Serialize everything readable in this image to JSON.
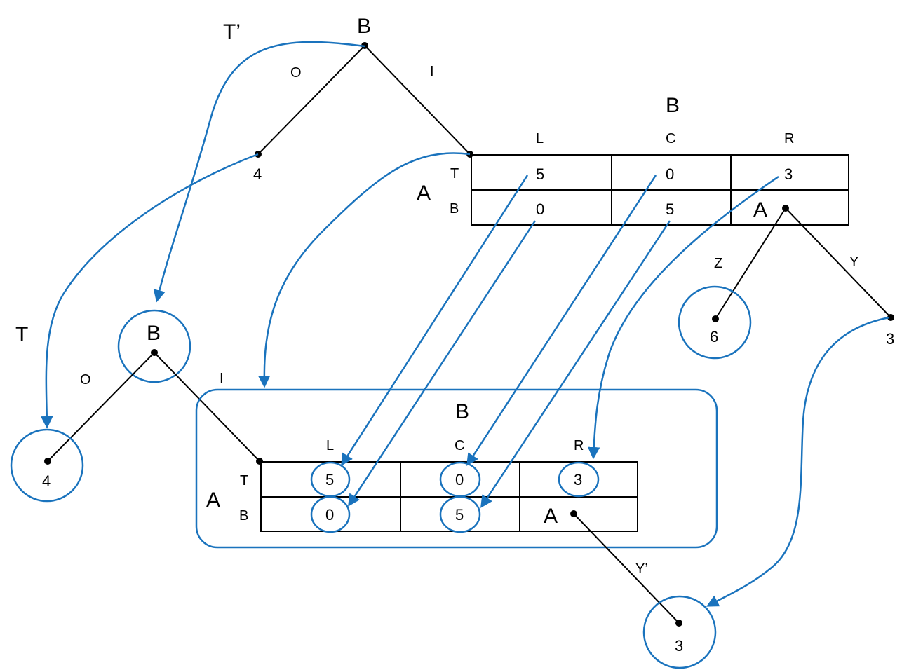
{
  "colors": {
    "accent": "#1a73bd",
    "ink": "#000000"
  },
  "top_tree": {
    "label": "T’",
    "root_player": "B",
    "edge_left": "O",
    "edge_right": "I",
    "left_payoff": "4",
    "subgame": {
      "column_player": "B",
      "row_player": "A",
      "columns": [
        "L",
        "C",
        "R"
      ],
      "rows": [
        "T",
        "B"
      ],
      "cells": [
        [
          "5",
          "0",
          "3"
        ],
        [
          "0",
          "5",
          "A"
        ]
      ],
      "subtree": {
        "player": "A",
        "edge_left": "Z",
        "edge_right": "Y",
        "left_payoff": "6",
        "right_payoff": "3"
      }
    }
  },
  "bottom_tree": {
    "label": "T",
    "root_player": "B",
    "edge_left": "O",
    "edge_right": "I",
    "left_payoff": "4",
    "subgame": {
      "column_player": "B",
      "row_player": "A",
      "columns": [
        "L",
        "C",
        "R"
      ],
      "rows": [
        "T",
        "B"
      ],
      "cells": [
        [
          "5",
          "0",
          "3"
        ],
        [
          "0",
          "5",
          "A"
        ]
      ],
      "subtree": {
        "edge": "Y’",
        "payoff": "3"
      }
    }
  }
}
